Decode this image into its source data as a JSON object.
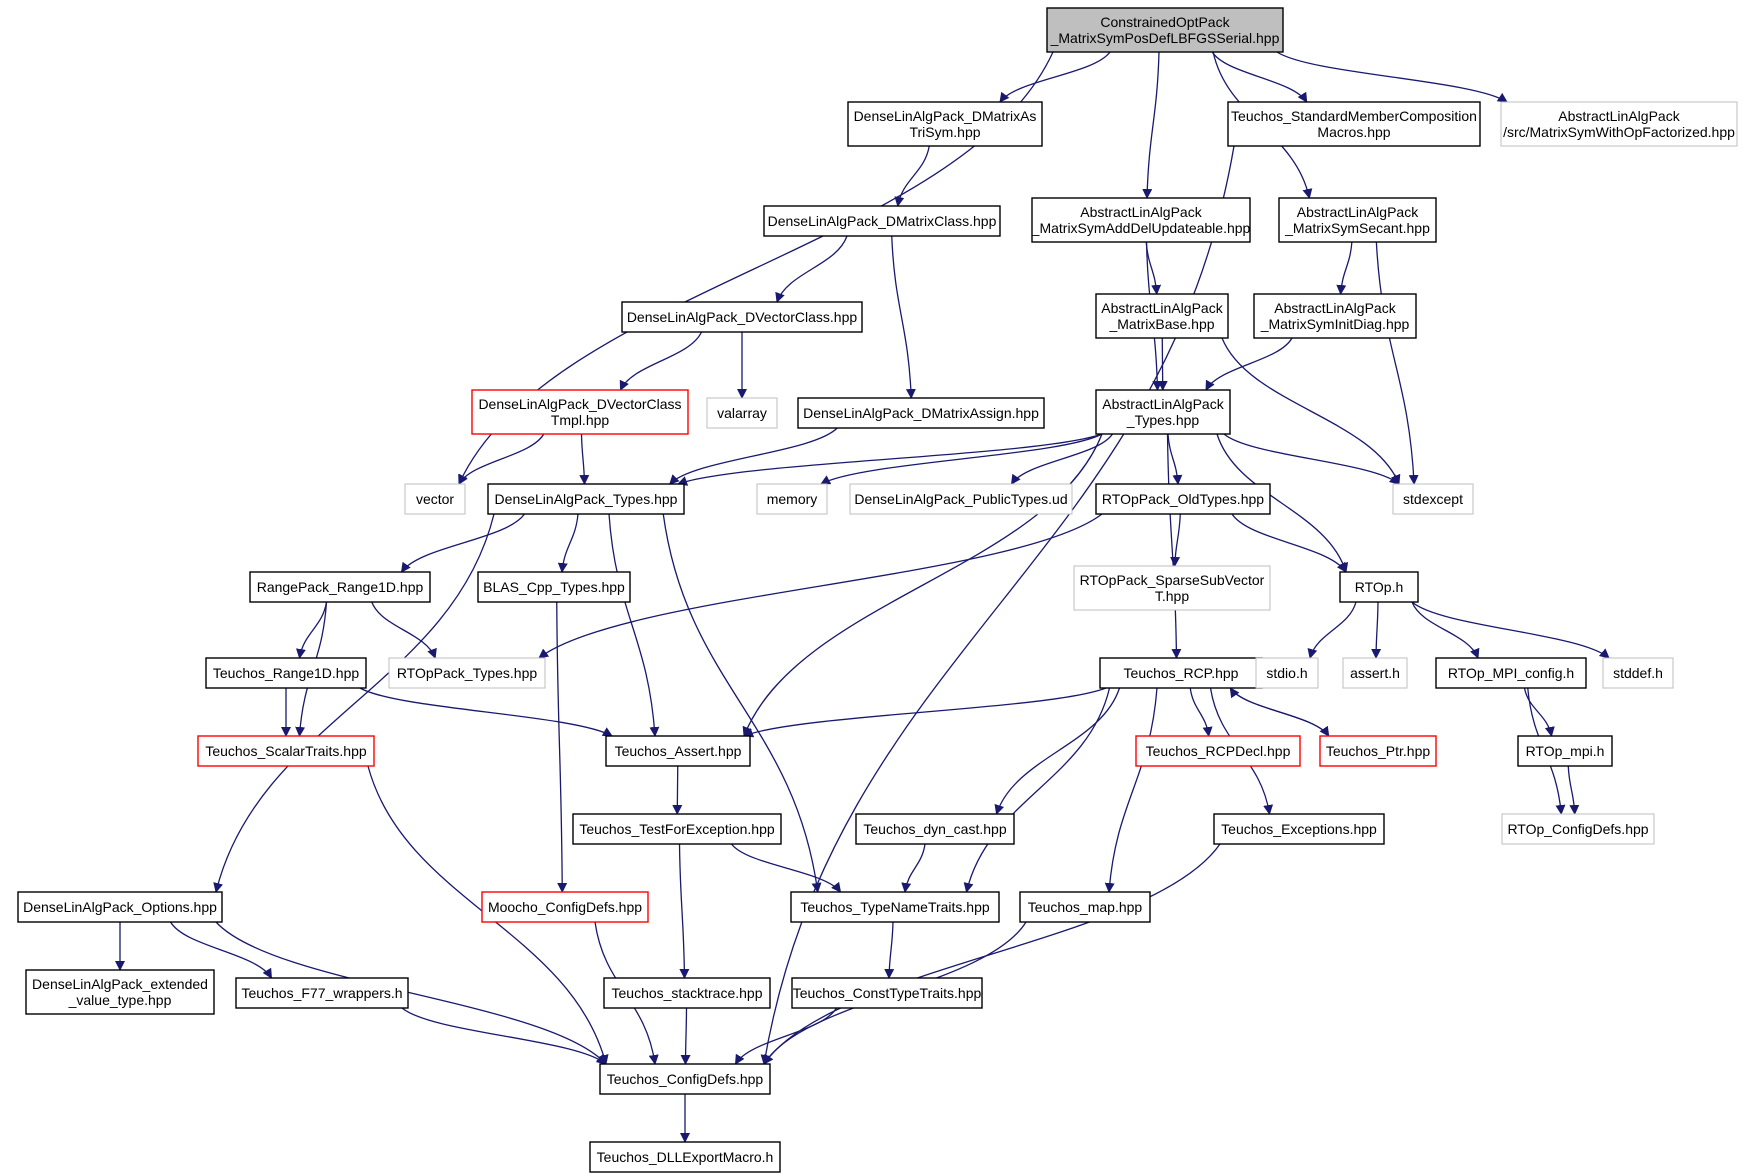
{
  "graph": {
    "colors": {
      "edge": "#191970",
      "box_normal": "#000000",
      "box_truncated": "#ff0000",
      "box_missing": "#bfbfbf",
      "box_root_fill": "#bfbfbf",
      "text": "#000000"
    },
    "nodes": [
      {
        "id": "root",
        "lines": [
          "ConstrainedOptPack",
          "_MatrixSymPosDefLBFGSSerial.hpp"
        ],
        "style": "root"
      },
      {
        "id": "dm_astrisym",
        "lines": [
          "DenseLinAlgPack_DMatrixAs",
          "TriSym.hpp"
        ],
        "style": "normal"
      },
      {
        "id": "std_member",
        "lines": [
          "Teuchos_StandardMemberComposition",
          "Macros.hpp"
        ],
        "style": "normal"
      },
      {
        "id": "mswof",
        "lines": [
          "AbstractLinAlgPack",
          "/src/MatrixSymWithOpFactorized.hpp"
        ],
        "style": "missing"
      },
      {
        "id": "dm_class",
        "lines": [
          "DenseLinAlgPack_DMatrixClass.hpp"
        ],
        "style": "normal"
      },
      {
        "id": "msadu",
        "lines": [
          "AbstractLinAlgPack",
          "_MatrixSymAddDelUpdateable.hpp"
        ],
        "style": "normal"
      },
      {
        "id": "mss",
        "lines": [
          "AbstractLinAlgPack",
          "_MatrixSymSecant.hpp"
        ],
        "style": "normal"
      },
      {
        "id": "dv_class",
        "lines": [
          "DenseLinAlgPack_DVectorClass.hpp"
        ],
        "style": "normal"
      },
      {
        "id": "mb",
        "lines": [
          "AbstractLinAlgPack",
          "_MatrixBase.hpp"
        ],
        "style": "normal"
      },
      {
        "id": "msid",
        "lines": [
          "AbstractLinAlgPack",
          "_MatrixSymInitDiag.hpp"
        ],
        "style": "normal"
      },
      {
        "id": "dv_tmpl",
        "lines": [
          "DenseLinAlgPack_DVectorClass",
          "Tmpl.hpp"
        ],
        "style": "truncated"
      },
      {
        "id": "valarray",
        "lines": [
          "valarray"
        ],
        "style": "missing"
      },
      {
        "id": "dm_assign",
        "lines": [
          "DenseLinAlgPack_DMatrixAssign.hpp"
        ],
        "style": "normal"
      },
      {
        "id": "alp_types",
        "lines": [
          "AbstractLinAlgPack",
          "_Types.hpp"
        ],
        "style": "normal"
      },
      {
        "id": "vector",
        "lines": [
          "vector"
        ],
        "style": "missing"
      },
      {
        "id": "dlap_types",
        "lines": [
          "DenseLinAlgPack_Types.hpp"
        ],
        "style": "normal"
      },
      {
        "id": "memory",
        "lines": [
          "memory"
        ],
        "style": "missing"
      },
      {
        "id": "dlap_pub",
        "lines": [
          "DenseLinAlgPack_PublicTypes.ud"
        ],
        "style": "missing"
      },
      {
        "id": "rtop_old",
        "lines": [
          "RTOpPack_OldTypes.hpp"
        ],
        "style": "normal"
      },
      {
        "id": "stdexcept",
        "lines": [
          "stdexcept"
        ],
        "style": "missing"
      },
      {
        "id": "range1d",
        "lines": [
          "RangePack_Range1D.hpp"
        ],
        "style": "normal"
      },
      {
        "id": "blas_cpp",
        "lines": [
          "BLAS_Cpp_Types.hpp"
        ],
        "style": "normal"
      },
      {
        "id": "rtop_ssv",
        "lines": [
          "RTOpPack_SparseSubVector",
          "T.hpp"
        ],
        "style": "missing"
      },
      {
        "id": "rtop_h",
        "lines": [
          "RTOp.h"
        ],
        "style": "normal"
      },
      {
        "id": "t_range1d",
        "lines": [
          "Teuchos_Range1D.hpp"
        ],
        "style": "normal"
      },
      {
        "id": "rtop_types",
        "lines": [
          "RTOpPack_Types.hpp"
        ],
        "style": "missing"
      },
      {
        "id": "t_rcp",
        "lines": [
          "Teuchos_RCP.hpp"
        ],
        "style": "normal"
      },
      {
        "id": "stdio",
        "lines": [
          "stdio.h"
        ],
        "style": "missing"
      },
      {
        "id": "assert",
        "lines": [
          "assert.h"
        ],
        "style": "missing"
      },
      {
        "id": "rtop_mpi_cfg",
        "lines": [
          "RTOp_MPI_config.h"
        ],
        "style": "normal"
      },
      {
        "id": "stddef",
        "lines": [
          "stddef.h"
        ],
        "style": "missing"
      },
      {
        "id": "t_scalar",
        "lines": [
          "Teuchos_ScalarTraits.hpp"
        ],
        "style": "truncated"
      },
      {
        "id": "t_assert",
        "lines": [
          "Teuchos_Assert.hpp"
        ],
        "style": "normal"
      },
      {
        "id": "t_rcpdecl",
        "lines": [
          "Teuchos_RCPDecl.hpp"
        ],
        "style": "truncated"
      },
      {
        "id": "t_ptr",
        "lines": [
          "Teuchos_Ptr.hpp"
        ],
        "style": "truncated"
      },
      {
        "id": "rtop_mpi",
        "lines": [
          "RTOp_mpi.h"
        ],
        "style": "normal"
      },
      {
        "id": "t_tfe",
        "lines": [
          "Teuchos_TestForException.hpp"
        ],
        "style": "normal"
      },
      {
        "id": "t_dyn",
        "lines": [
          "Teuchos_dyn_cast.hpp"
        ],
        "style": "normal"
      },
      {
        "id": "t_exc",
        "lines": [
          "Teuchos_Exceptions.hpp"
        ],
        "style": "normal"
      },
      {
        "id": "rtop_cfg",
        "lines": [
          "RTOp_ConfigDefs.hpp"
        ],
        "style": "missing"
      },
      {
        "id": "dlap_opts",
        "lines": [
          "DenseLinAlgPack_Options.hpp"
        ],
        "style": "normal"
      },
      {
        "id": "moocho_cfg",
        "lines": [
          "Moocho_ConfigDefs.hpp"
        ],
        "style": "truncated"
      },
      {
        "id": "t_tnt",
        "lines": [
          "Teuchos_TypeNameTraits.hpp"
        ],
        "style": "normal"
      },
      {
        "id": "t_map",
        "lines": [
          "Teuchos_map.hpp"
        ],
        "style": "normal"
      },
      {
        "id": "dlap_ext",
        "lines": [
          "DenseLinAlgPack_extended",
          "_value_type.hpp"
        ],
        "style": "normal"
      },
      {
        "id": "t_f77",
        "lines": [
          "Teuchos_F77_wrappers.h"
        ],
        "style": "normal"
      },
      {
        "id": "t_stack",
        "lines": [
          "Teuchos_stacktrace.hpp"
        ],
        "style": "normal"
      },
      {
        "id": "t_ctt",
        "lines": [
          "Teuchos_ConstTypeTraits.hpp"
        ],
        "style": "normal"
      },
      {
        "id": "t_cfg",
        "lines": [
          "Teuchos_ConfigDefs.hpp"
        ],
        "style": "normal"
      },
      {
        "id": "t_dll",
        "lines": [
          "Teuchos_DLLExportMacro.h"
        ],
        "style": "normal"
      }
    ]
  }
}
